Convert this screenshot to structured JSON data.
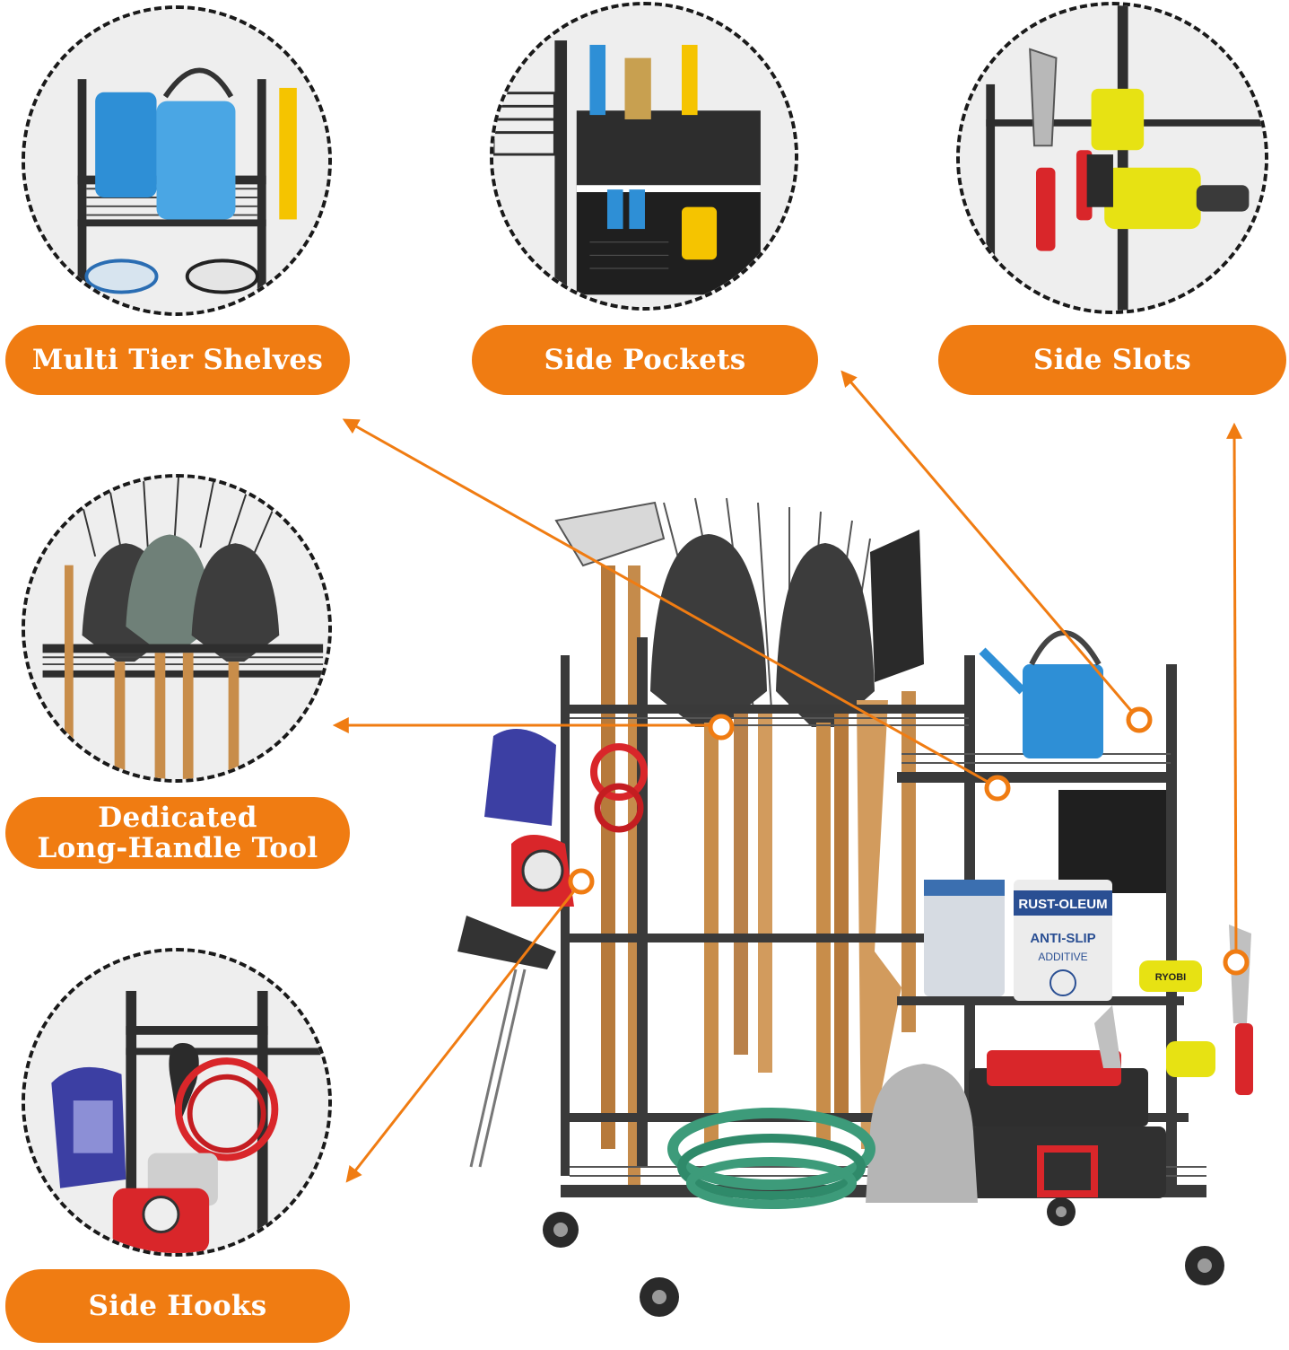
{
  "features": {
    "multi_tier_shelves": "Multi Tier Shelves",
    "side_pockets": "Side Pockets",
    "side_slots": "Side Slots",
    "long_handle_line1": "Dedicated",
    "long_handle_line2": "Long-Handle Tool",
    "side_hooks": "Side Hooks"
  },
  "product_labels": {
    "paint_can_brand": "RUST-OLEUM",
    "paint_can_text1": "ANTI-SLIP",
    "paint_can_text2": "ADDITIVE",
    "drill_brand": "RYOBI"
  },
  "colors": {
    "accent": "#f07c12",
    "frame": "#3a3a3a",
    "dashed_border": "#1a1a1a"
  }
}
